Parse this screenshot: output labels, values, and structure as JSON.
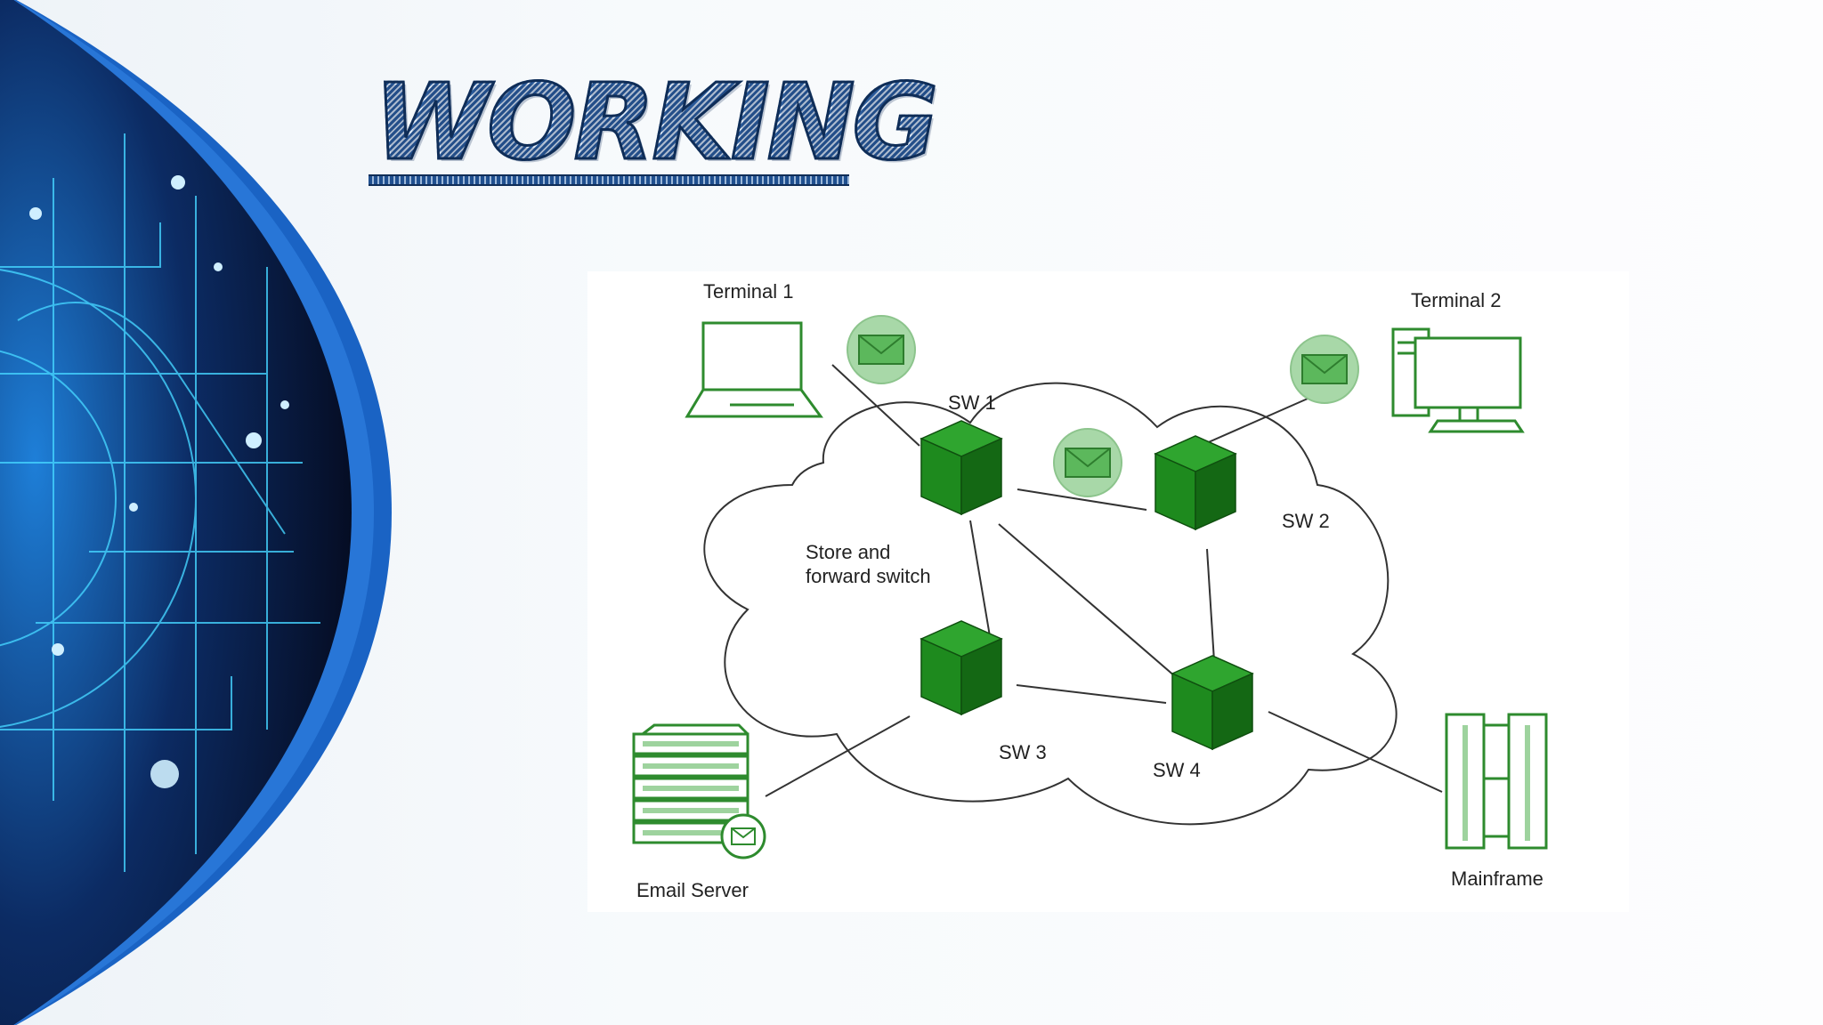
{
  "slide": {
    "title": "WORKING"
  },
  "diagram": {
    "nodes": {
      "terminal1": "Terminal 1",
      "terminal2": "Terminal 2",
      "sw1": "SW 1",
      "sw2": "SW 2",
      "sw3": "SW 3",
      "sw4": "SW 4",
      "email_server": "Email Server",
      "mainframe": "Mainframe"
    },
    "cloud_label_line1": "Store and",
    "cloud_label_line2": "forward switch",
    "colors": {
      "switch_face": "#1e8a1e",
      "switch_top": "#2fa52f",
      "switch_side": "#146814",
      "device_stroke": "#2e8b2e",
      "message_fill": "#a8d8a8",
      "title_blue": "#1f4f8f",
      "globe_blue": "#1f5fb4"
    }
  }
}
